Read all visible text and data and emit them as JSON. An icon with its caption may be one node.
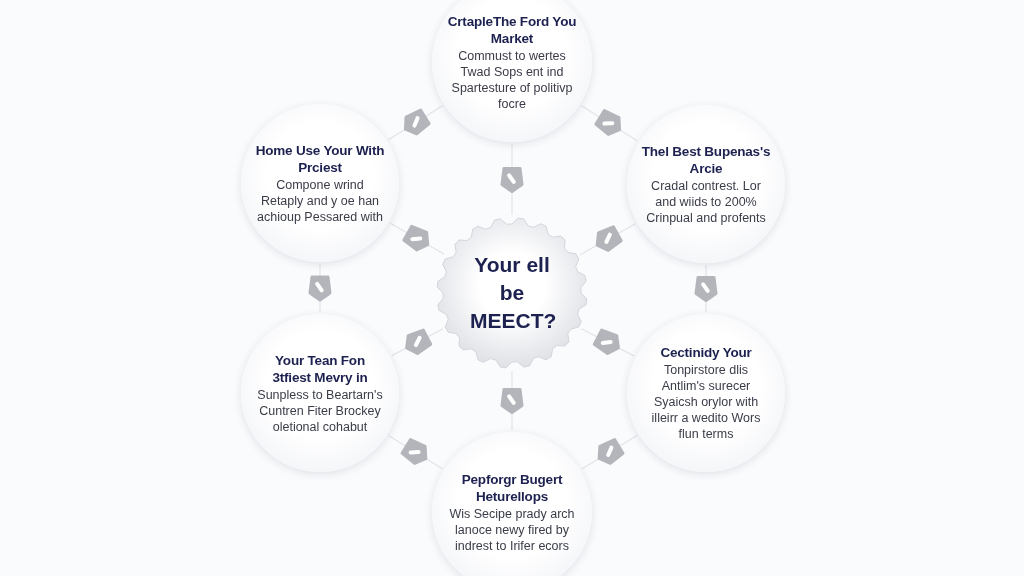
{
  "diagram": {
    "nodes": [
      {
        "text": [
          "CrtapleThe Ford You Market",
          "Commust to wertes Twad Sops ent ind Spartesture of politivp focre"
        ]
      },
      {
        "text": [
          "Home Use Your With Prciest",
          "Compone wrind Retaply and y oe han achioup Pessared with"
        ]
      },
      {
        "text": [
          "Thel Best Bupenas's Arcie",
          "Cradal contrest. Lor and wiids to 200% Crinpual and profents"
        ]
      },
      {
        "text": [
          "Your ell be MEECT?"
        ]
      },
      {
        "text": [
          "Your Tean Fon 3tfiest Mevry in",
          "Sunpless to Beartarn's Cuntren Fiter Brockey oletional cohabut"
        ]
      },
      {
        "text": [
          "Cectinidy Your",
          "Tonpirstore dlis Antlim's surecer Syaicsh orylor with illeirr a wedito Wors flun terms"
        ]
      },
      {
        "text": [
          "Pepforgr Bugert Heturellops",
          "Wis Secipe prady arch lanoce newy fired by indrest to Irifer ecors"
        ]
      }
    ],
    "edges": [
      {
        "from": 0,
        "to": 1,
        "arrow": "none"
      },
      {
        "from": 0,
        "to": 2,
        "arrow": "none"
      },
      {
        "from": 0,
        "to": 3,
        "arrow": "none"
      },
      {
        "from": 1,
        "to": 3,
        "arrow": "none"
      },
      {
        "from": 2,
        "to": 3,
        "arrow": "none"
      },
      {
        "from": 1,
        "to": 4,
        "arrow": "none"
      },
      {
        "from": 2,
        "to": 5,
        "arrow": "none"
      },
      {
        "from": 3,
        "to": 4,
        "arrow": "none"
      },
      {
        "from": 3,
        "to": 5,
        "arrow": "none"
      },
      {
        "from": 3,
        "to": 6,
        "arrow": "none"
      },
      {
        "from": 4,
        "to": 6,
        "arrow": "none"
      },
      {
        "from": 5,
        "to": 6,
        "arrow": "none"
      }
    ]
  }
}
